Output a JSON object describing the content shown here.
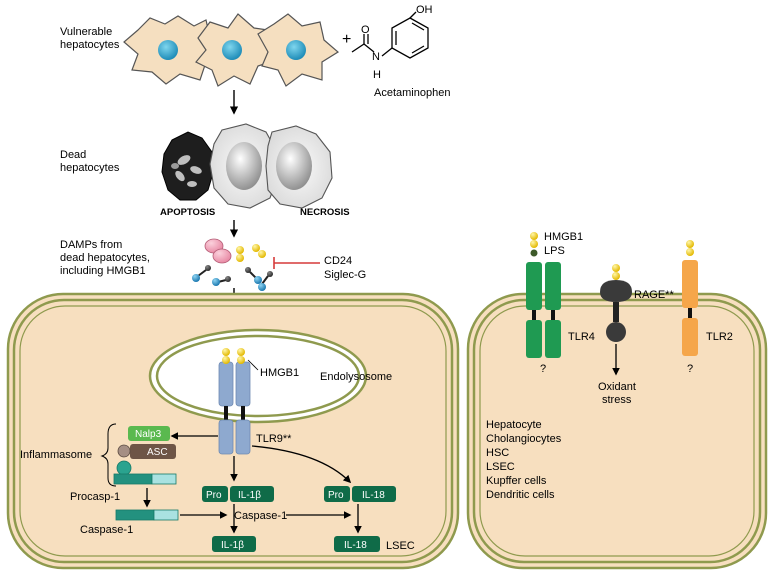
{
  "top": {
    "vulnerable_line1": "Vulnerable",
    "vulnerable_line2": "hepatocytes",
    "plus": "+",
    "oh": "OH",
    "o": "O",
    "n": "N",
    "h": "H",
    "acetaminophen": "Acetaminophen",
    "dead_line1": "Dead",
    "dead_line2": "hepatocytes",
    "apoptosis": "APOPTOSIS",
    "necrosis": "NECROSIS",
    "damps_line1": "DAMPs from",
    "damps_line2": "dead hepatocytes,",
    "damps_line3": "including HMGB1",
    "cd24": "CD24",
    "siglec": "Siglec-G"
  },
  "left_cell": {
    "hmgb1": "HMGB1",
    "endolysosome": "Endolysosome",
    "tlr9": "TLR9**",
    "inflammasome": "Inflammasome",
    "nalp3": "Nalp3",
    "asc": "ASC",
    "procasp1": "Procasp-1",
    "caspase1_left": "Caspase-1",
    "caspase1_center": "Caspase-1",
    "pro_a": "Pro",
    "il1b_pro": "IL-1β",
    "pro_b": "Pro",
    "il18_pro": "IL-18",
    "il1b_mature": "IL-1β",
    "il18_mature": "IL-18",
    "lsec": "LSEC"
  },
  "right_cell": {
    "hmgb1": "HMGB1",
    "lps": "LPS",
    "rage": "RAGE**",
    "tlr4": "TLR4",
    "tlr2": "TLR2",
    "q1": "?",
    "q2": "?",
    "oxidant_line1": "Oxidant",
    "oxidant_line2": "stress",
    "cell_types": [
      "Hepatocyte",
      "Cholangiocytes",
      "HSC",
      "LSEC",
      "Kupffer cells",
      "Dendritic cells"
    ]
  },
  "colors": {
    "cell_fill": "#f7dfbf",
    "membrane": "#8f9a4e",
    "tlr_blue": "#8ea9cf",
    "tlr_green": "#1f9a52",
    "tlr_orange": "#f5a64a",
    "dark_green": "#0f6b48",
    "nalp3_green": "#5ab94f",
    "asc_brown": "#6e5546",
    "hmgb1_yellow": "#f2d22a",
    "inhibit_red": "#d63a3a"
  }
}
